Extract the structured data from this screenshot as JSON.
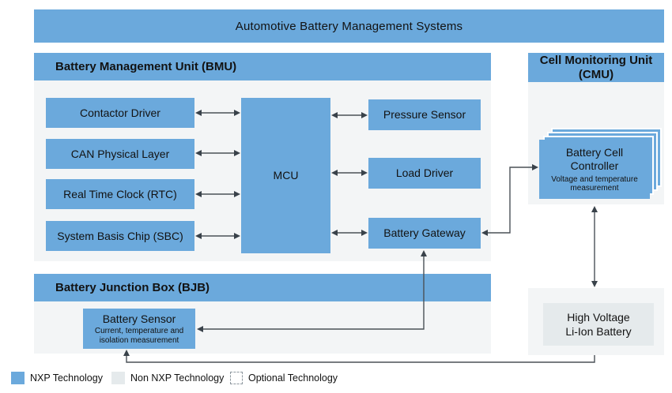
{
  "banner": {
    "title": "Automotive Battery Management Systems"
  },
  "bmu": {
    "title": "Battery Management Unit (BMU)",
    "left_boxes": [
      "Contactor Driver",
      "CAN Physical Layer",
      "Real Time Clock (RTC)",
      "System Basis Chip (SBC)"
    ],
    "mcu_label": "MCU",
    "right_boxes": [
      "Pressure Sensor",
      "Load Driver",
      "Battery Gateway"
    ]
  },
  "cmu": {
    "title": "Cell Monitoring Unit (CMU)",
    "controller": {
      "title": "Battery Cell Controller",
      "subtitle": "Voltage and temperature measurement"
    }
  },
  "bjb": {
    "title": "Battery Junction Box (BJB)",
    "sensor": {
      "title": "Battery Sensor",
      "subtitle": "Current, temperature and isolation measurement"
    }
  },
  "hv_battery": {
    "line1": "High Voltage",
    "line2": "Li-Ion Battery"
  },
  "legend": {
    "nxp": "NXP Technology",
    "non_nxp": "Non NXP Technology",
    "optional": "Optional Technology"
  },
  "colors": {
    "nxp_blue": "#6BA9DC",
    "non_nxp_gray": "#E5EAEC",
    "panel_background": "#F3F5F6",
    "arrow": "#4A5157"
  }
}
